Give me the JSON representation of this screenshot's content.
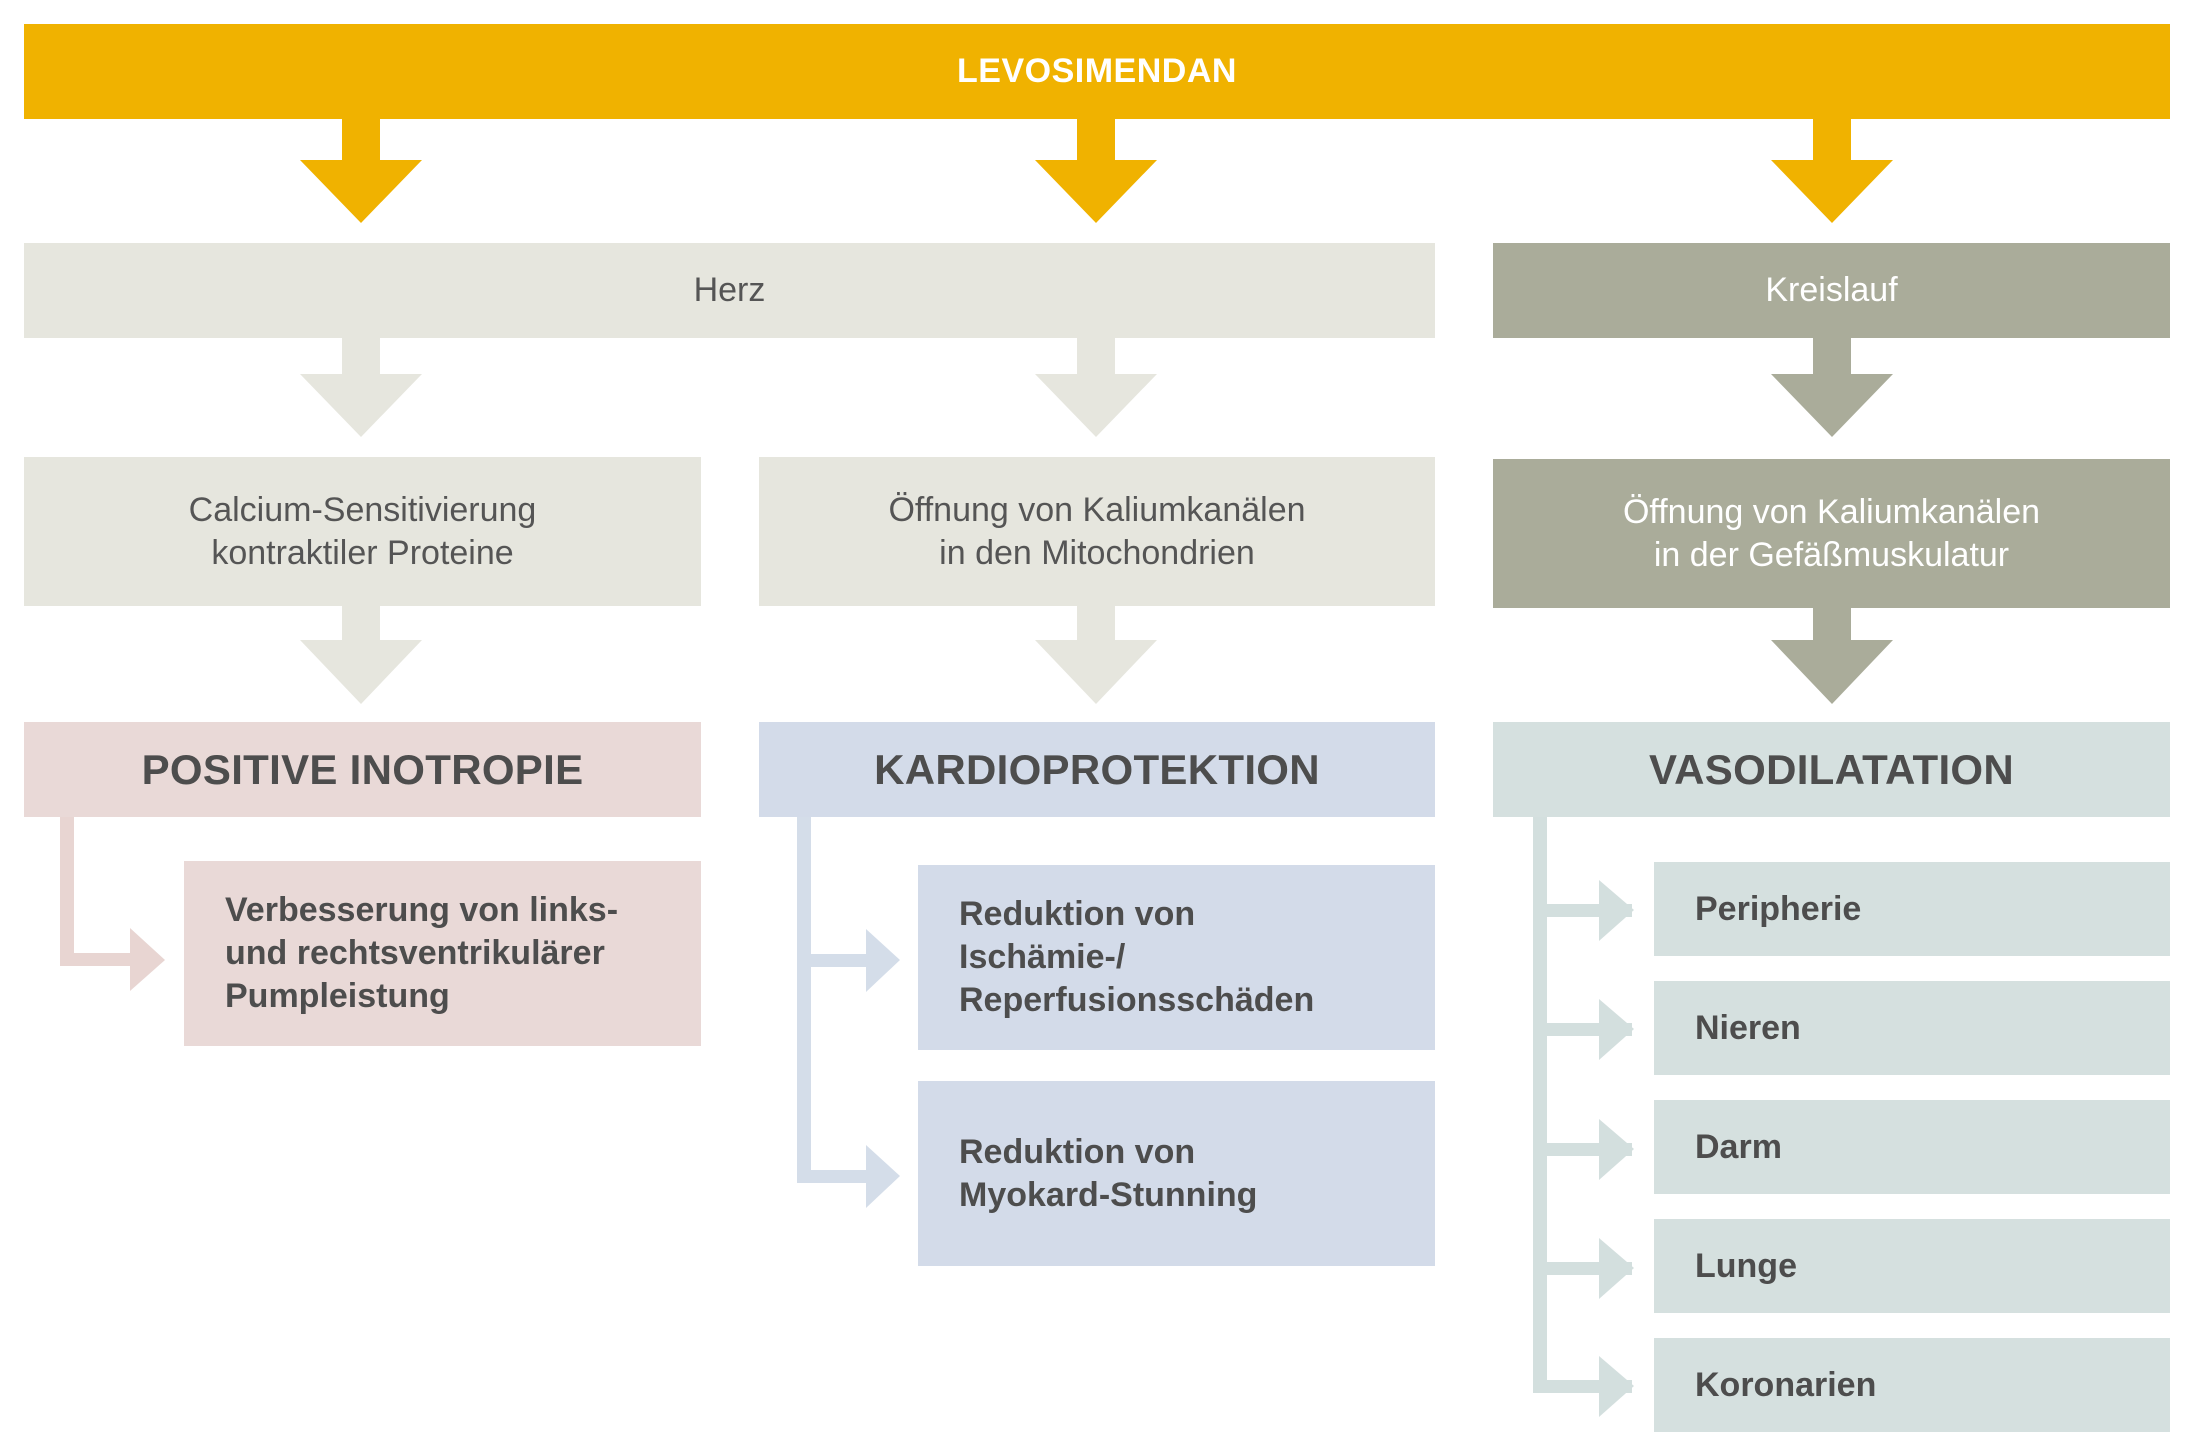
{
  "colors": {
    "gold": "#f0b200",
    "heart_light": "#e6e6de",
    "circulation": "#aaac9a",
    "inotropy": "#e9d9d7",
    "inotropy_line": "#e8d5d2",
    "cardioprotection": "#d3dbe9",
    "cardioprotection_line": "#d4dde9",
    "vasodilatation": "#d5e0df",
    "vasodilatation_line": "#d3dfde",
    "text_dark": "#4d4d4d",
    "text_mid": "#555555",
    "text_white": "#ffffff"
  },
  "banner": {
    "label": "LEVOSIMENDAN"
  },
  "categories": {
    "heart": {
      "label": "Herz"
    },
    "circulation": {
      "label": "Kreislauf"
    }
  },
  "mechanisms": {
    "calcium": {
      "label": "Calcium-Sensitivierung\nkontraktiler Proteine"
    },
    "mito": {
      "label": "Öffnung von Kaliumkanälen\nin den Mitochondrien"
    },
    "vascular": {
      "label": "Öffnung von Kaliumkanälen\nin der Gefäßmuskulatur"
    }
  },
  "effects": {
    "inotropy": {
      "label": "POSITIVE INOTROPIE",
      "items": [
        {
          "label": "Verbesserung von links-\nund rechtsventrikulärer\nPumpleistung"
        }
      ]
    },
    "cardioprotection": {
      "label": "KARDIOPROTEKTION",
      "items": [
        {
          "label": "Reduktion von\nIschämie-/\nReperfusionsschäden"
        },
        {
          "label": "Reduktion von\nMyokard-Stunning"
        }
      ]
    },
    "vasodilatation": {
      "label": "VASODILATATION",
      "items": [
        {
          "label": "Peripherie"
        },
        {
          "label": "Nieren"
        },
        {
          "label": "Darm"
        },
        {
          "label": "Lunge"
        },
        {
          "label": "Koronarien"
        }
      ]
    }
  }
}
